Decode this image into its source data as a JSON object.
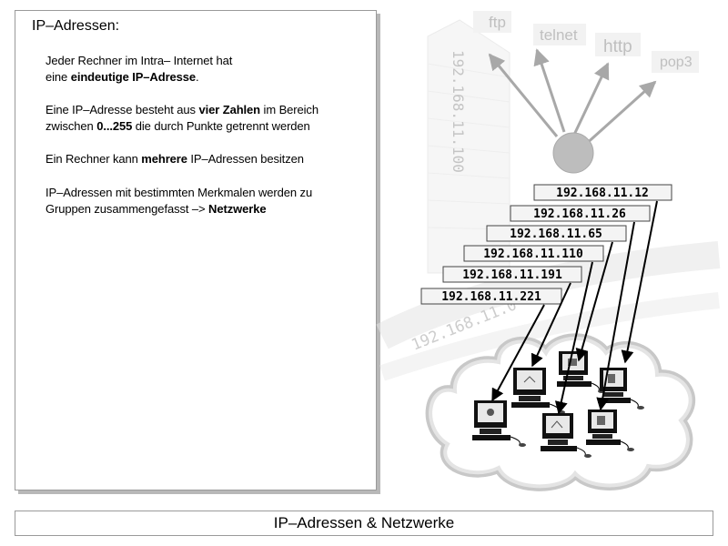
{
  "panel": {
    "title": "IP–Adressen:",
    "p1_line1": "Jeder Rechner im Intra– Internet hat",
    "p1_line2_pre": "eine ",
    "p1_line2_bold": "eindeutige IP–Adresse",
    "p1_line2_post": ".",
    "p2_line1_pre": "Eine IP–Adresse besteht aus ",
    "p2_line1_bold": "vier Zahlen",
    "p2_line1_post": " im Bereich",
    "p2_line2_pre": "zwischen ",
    "p2_line2_bold": "0...255",
    "p2_line2_post": " die durch Punkte getrennt werden",
    "p3_pre": "Ein Rechner kann ",
    "p3_bold": "mehrere",
    "p3_post": " IP–Adressen besitzen",
    "p4_line1": "IP–Adressen mit bestimmten Merkmalen werden zu",
    "p4_line2_pre": "Gruppen zusammengefasst –> ",
    "p4_line2_bold": "Netzwerke"
  },
  "background": {
    "protocols": [
      "ftp",
      "telnet",
      "http",
      "pop3"
    ],
    "vertical_ip": "192.168.11.100",
    "diagonal_ip": "192.168.11.0"
  },
  "ip_addresses": [
    "192.168.11.12",
    "192.168.11.26",
    "192.168.11.65",
    "192.168.11.110",
    "192.168.11.191",
    "192.168.11.221"
  ],
  "footer": {
    "title": "IP–Adressen & Netzwerke"
  }
}
